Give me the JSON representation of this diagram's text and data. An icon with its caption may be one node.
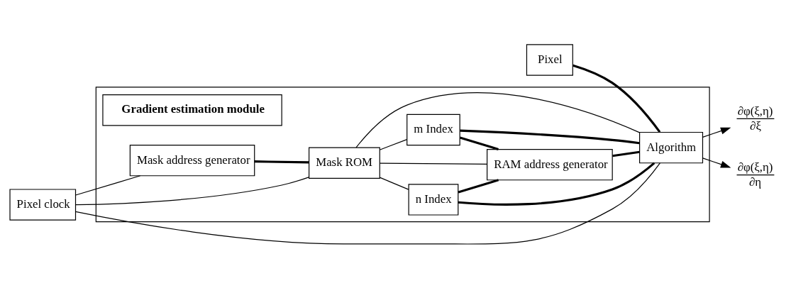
{
  "diagram": {
    "nodes": [
      {
        "text": [],
        "shape": "box"
      },
      {
        "text": [
          "Gradient estimation module"
        ],
        "in": 0
      },
      {
        "text": [
          "Pixel"
        ]
      },
      {
        "text": [
          "Pixel clock"
        ]
      },
      {
        "text": [
          "Mask address generator"
        ],
        "in": 0
      },
      {
        "text": [
          "Mask ROM"
        ],
        "in": 0
      },
      {
        "text": [
          "n Index"
        ],
        "in": 0
      },
      {
        "text": [
          "RAM address generator"
        ],
        "in": 0
      },
      {
        "text": [
          "m Index"
        ],
        "in": 0
      },
      {
        "text": [
          "Algorithm"
        ],
        "in": 0
      },
      {
        "text": [
          "∂φ(ξ,η)",
          "∂ξ"
        ]
      },
      {
        "text": [
          "∂φ(ξ,η)",
          "∂η"
        ]
      }
    ],
    "edges": [
      {
        "from": 2,
        "to": 9,
        "arrow": "none",
        "style": "thick"
      },
      {
        "from": 3,
        "to": 4,
        "arrow": "none"
      },
      {
        "from": 3,
        "to": 5,
        "arrow": "none"
      },
      {
        "from": 3,
        "to": 9,
        "arrow": "none"
      },
      {
        "from": 4,
        "to": 5,
        "arrow": "none",
        "style": "thick"
      },
      {
        "from": 5,
        "to": 9,
        "arrow": "none"
      },
      {
        "from": 5,
        "to": 6,
        "arrow": "none"
      },
      {
        "from": 5,
        "to": 8,
        "arrow": "none"
      },
      {
        "from": 5,
        "to": 7,
        "arrow": "none"
      },
      {
        "from": 6,
        "to": 9,
        "arrow": "none",
        "style": "thick"
      },
      {
        "from": 6,
        "to": 7,
        "arrow": "none",
        "style": "thick"
      },
      {
        "from": 8,
        "to": 7,
        "arrow": "none",
        "style": "thick"
      },
      {
        "from": 8,
        "to": 9,
        "arrow": "none",
        "style": "thick"
      },
      {
        "from": 7,
        "to": 9,
        "arrow": "none",
        "style": "thick"
      },
      {
        "from": 9,
        "to": 10,
        "arrow": "to"
      },
      {
        "from": 9,
        "to": 11,
        "arrow": "to"
      }
    ]
  }
}
